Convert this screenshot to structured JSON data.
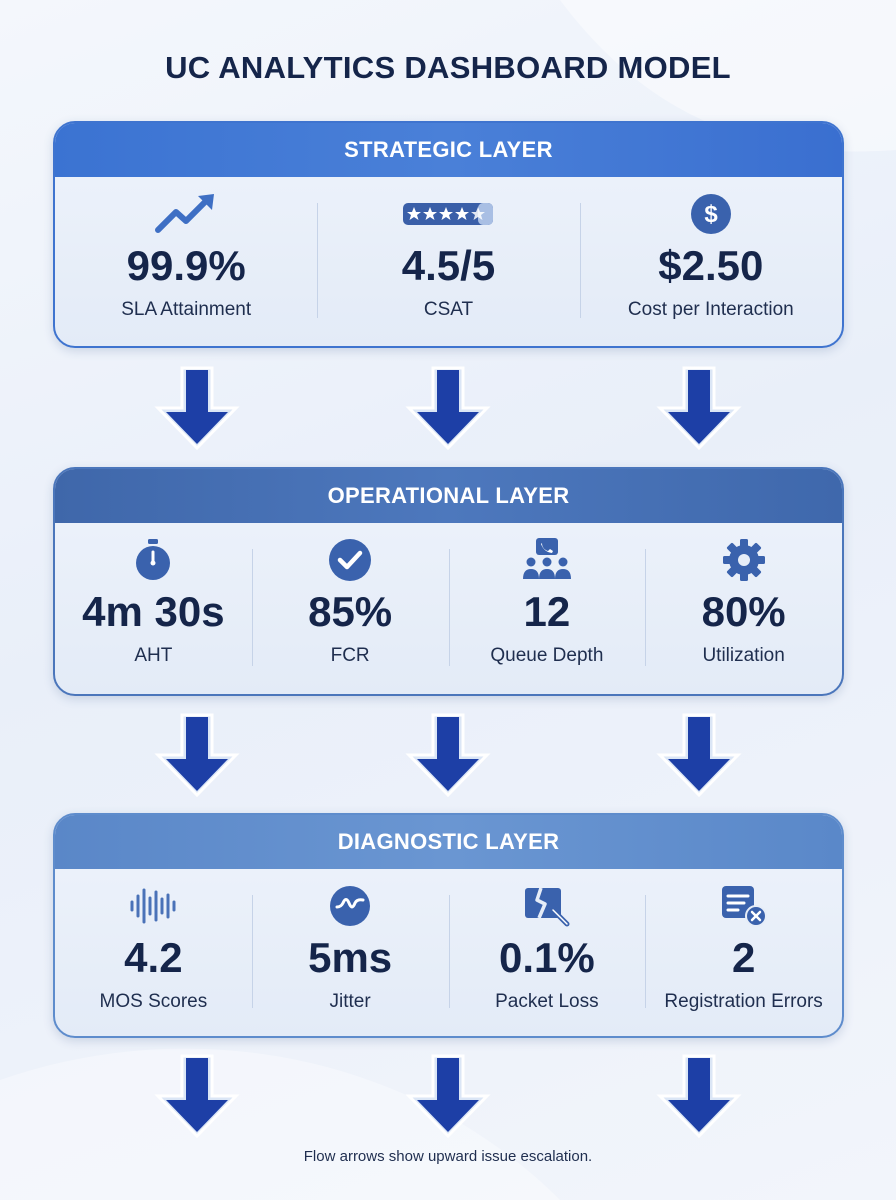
{
  "title": "UC ANALYTICS DASHBOARD MODEL",
  "colors": {
    "strategic_header": "#3b73d2",
    "operational_header": "#4a74b9",
    "diagnostic_header": "#6390cd",
    "arrow_fill": "#1d3fa6",
    "text_dark": "#15254a"
  },
  "layers": {
    "strategic": {
      "title": "STRATEGIC LAYER",
      "metrics": [
        {
          "icon": "trend-up-icon",
          "value": "99.9%",
          "label": "SLA Attainment"
        },
        {
          "icon": "star-rating-icon",
          "value": "4.5/5",
          "label": "CSAT"
        },
        {
          "icon": "dollar-icon",
          "value": "$2.50",
          "label": "Cost per Interaction"
        }
      ]
    },
    "operational": {
      "title": "OPERATIONAL LAYER",
      "metrics": [
        {
          "icon": "stopwatch-icon",
          "value": "4m 30s",
          "label": "AHT"
        },
        {
          "icon": "check-circle-icon",
          "value": "85%",
          "label": "FCR"
        },
        {
          "icon": "queue-people-icon",
          "value": "12",
          "label": "Queue Depth"
        },
        {
          "icon": "gear-icon",
          "value": "80%",
          "label": "Utilization"
        }
      ]
    },
    "diagnostic": {
      "title": "DIAGNOSTIC LAYER",
      "metrics": [
        {
          "icon": "sound-wave-icon",
          "value": "4.2",
          "label": "MOS Scores"
        },
        {
          "icon": "jitter-wave-icon",
          "value": "5ms",
          "label": "Jitter"
        },
        {
          "icon": "broken-packet-icon",
          "value": "0.1%",
          "label": "Packet Loss"
        },
        {
          "icon": "registration-error-icon",
          "value": "2",
          "label": "Registration Errors"
        }
      ]
    }
  },
  "footnote": "Flow arrows show upward issue escalation."
}
